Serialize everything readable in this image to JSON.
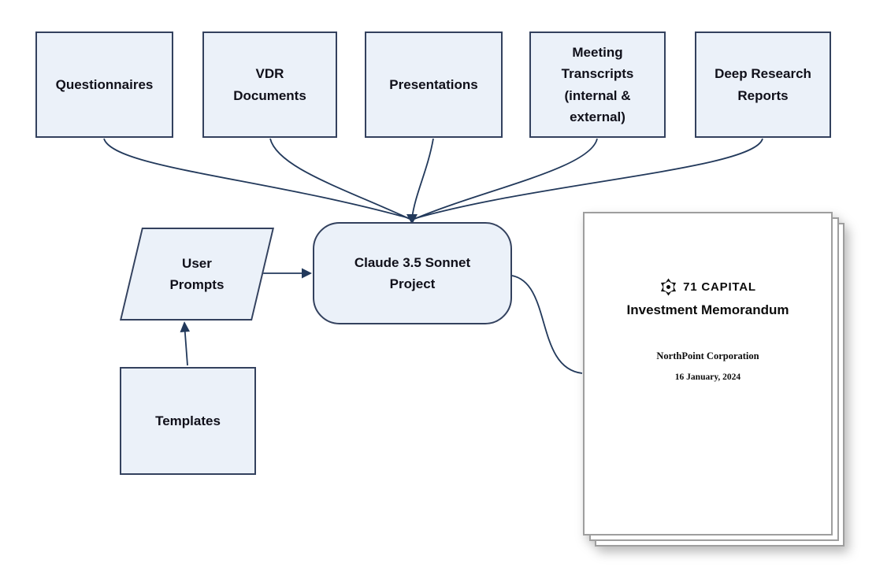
{
  "nodes": {
    "sources": [
      {
        "id": "questionnaires",
        "label": "Questionnaires"
      },
      {
        "id": "vdr-documents",
        "label": "VDR Documents"
      },
      {
        "id": "presentations",
        "label": "Presentations"
      },
      {
        "id": "meeting-transcripts",
        "label": "Meeting Transcripts (internal & external)"
      },
      {
        "id": "deep-research-reports",
        "label": "Deep Research Reports"
      }
    ],
    "user_prompts": {
      "label": "User Prompts"
    },
    "templates": {
      "label": "Templates"
    },
    "processor": {
      "label": "Claude 3.5 Sonnet Project"
    }
  },
  "document": {
    "brand": "71 CAPITAL",
    "title": "Investment Memorandum",
    "company": "NorthPoint Corporation",
    "date": "16 January, 2024"
  },
  "colors": {
    "node_fill": "#ebf1f9",
    "node_border": "#33415e",
    "connector": "#22395b",
    "page_border": "#9e9e9e"
  }
}
